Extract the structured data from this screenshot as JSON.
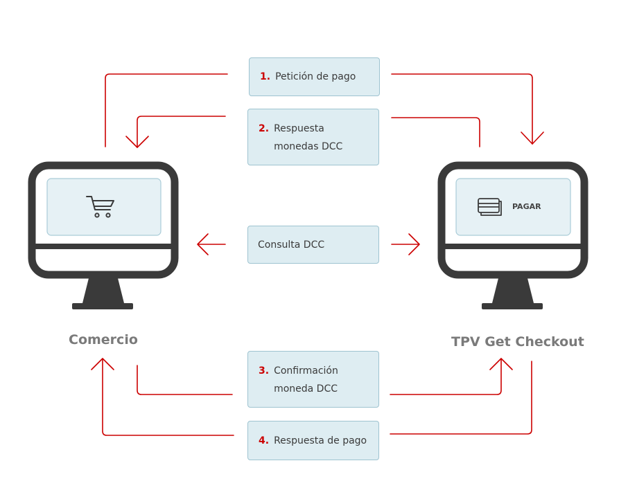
{
  "steps": [
    {
      "number": "1.",
      "label": "Petición de pago"
    },
    {
      "number": "2.",
      "label": "Respuesta monedas DCC"
    },
    {
      "number": "",
      "label": "Consulta DCC"
    },
    {
      "number": "3.",
      "label": "Confirmación moneda DCC"
    },
    {
      "number": "4.",
      "label": "Respuesta de pago"
    }
  ],
  "left_monitor": {
    "label": "Comercio",
    "icon": "shopping-cart-icon"
  },
  "right_monitor": {
    "label": "TPV Get Checkout",
    "icon": "credit-card-icon",
    "button_label": "PAGAR"
  },
  "colors": {
    "arrow": "#cc0000",
    "box_fill": "#deedf2",
    "box_border": "#9ec3d0",
    "monitor": "#3a3a3a",
    "screen_fill": "#e6f1f5",
    "step_number": "#cc0000"
  }
}
